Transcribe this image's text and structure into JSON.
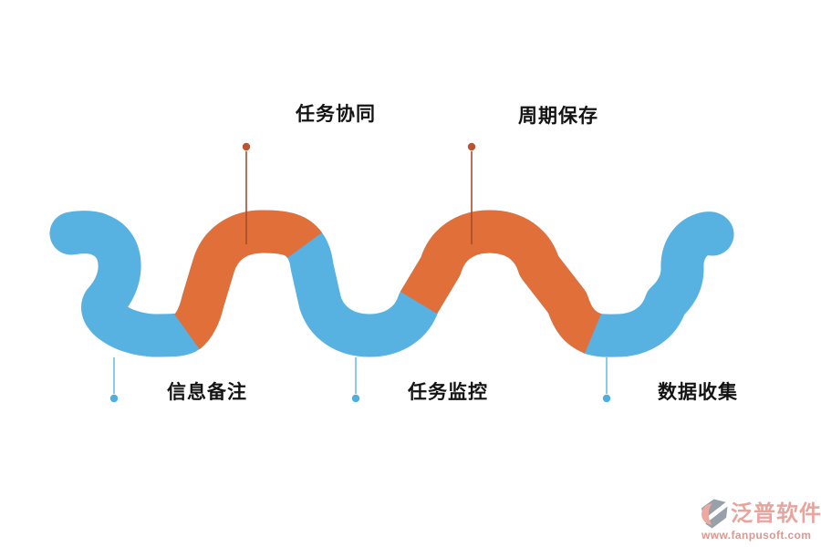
{
  "wave": {
    "blue": "#57B2E2",
    "orange": "#E16F3A",
    "top_connector_color": "#A84B2B",
    "top_dot_color": "#BD5430",
    "bottom_connector_color": "#6CBDE6",
    "bottom_dot_color": "#4DAFE0"
  },
  "stages": {
    "top": [
      {
        "label": "任务协同"
      },
      {
        "label": "周期保存"
      }
    ],
    "bottom": [
      {
        "label": "信息备注"
      },
      {
        "label": "任务监控"
      },
      {
        "label": "数据收集"
      }
    ]
  },
  "watermark": {
    "brand": "泛普软件",
    "url": "www.fanpusoft.com",
    "brand_color": "#E7A59D",
    "url_color": "#D99890",
    "icon_gray": "#98A0AA",
    "icon_accent": "#EBA9A0"
  }
}
